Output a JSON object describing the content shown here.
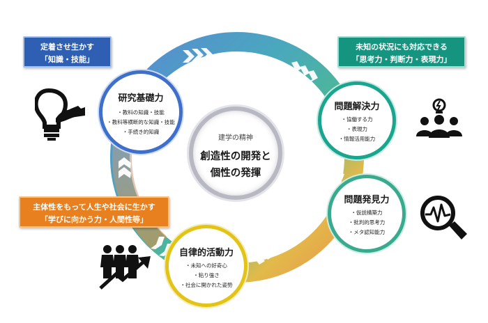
{
  "center": {
    "subtitle": "建学の精神",
    "line1": "創造性の開発と",
    "line2": "個性の発揮"
  },
  "tags": {
    "blue": {
      "line1": "定着させ生かす",
      "line2": "「知識・技能」",
      "color": "#2f5fb3"
    },
    "teal": {
      "line1": "未知の状況にも対応できる",
      "line2": "「思考力・判断力・表現力」",
      "color": "#15947f"
    },
    "orange": {
      "line1": "主体性をもって人生や社会に生かす",
      "line2": "「学びに向かう力・人間性等」",
      "color": "#e8801f"
    }
  },
  "nodes": {
    "kenkyu": {
      "title": "研究基礎力",
      "items": [
        "・教科の知識・技能",
        "・教科等横断的な知識・技能",
        "・手続き的知識"
      ],
      "color": "#3e6fcb"
    },
    "kaiketsu": {
      "title": "問題解決力",
      "items": [
        "・協働する力",
        "・表現力",
        "・情報活用能力"
      ],
      "color": "#1aa58e"
    },
    "hakken": {
      "title": "問題発見力",
      "items": [
        "・仮説構築力",
        "・批判的思考力",
        "・メタ認知能力"
      ],
      "color": "#3aaa8f"
    },
    "jiritsu": {
      "title": "自律的活動力",
      "items": [
        "・未知への好奇心",
        "・粘り強さ",
        "・社会に開かれた姿勢"
      ],
      "color": "#e2c417"
    }
  },
  "icons": [
    "lightbulb-icon",
    "team-idea-icon",
    "magnifier-pulse-icon",
    "people-growth-icon"
  ]
}
